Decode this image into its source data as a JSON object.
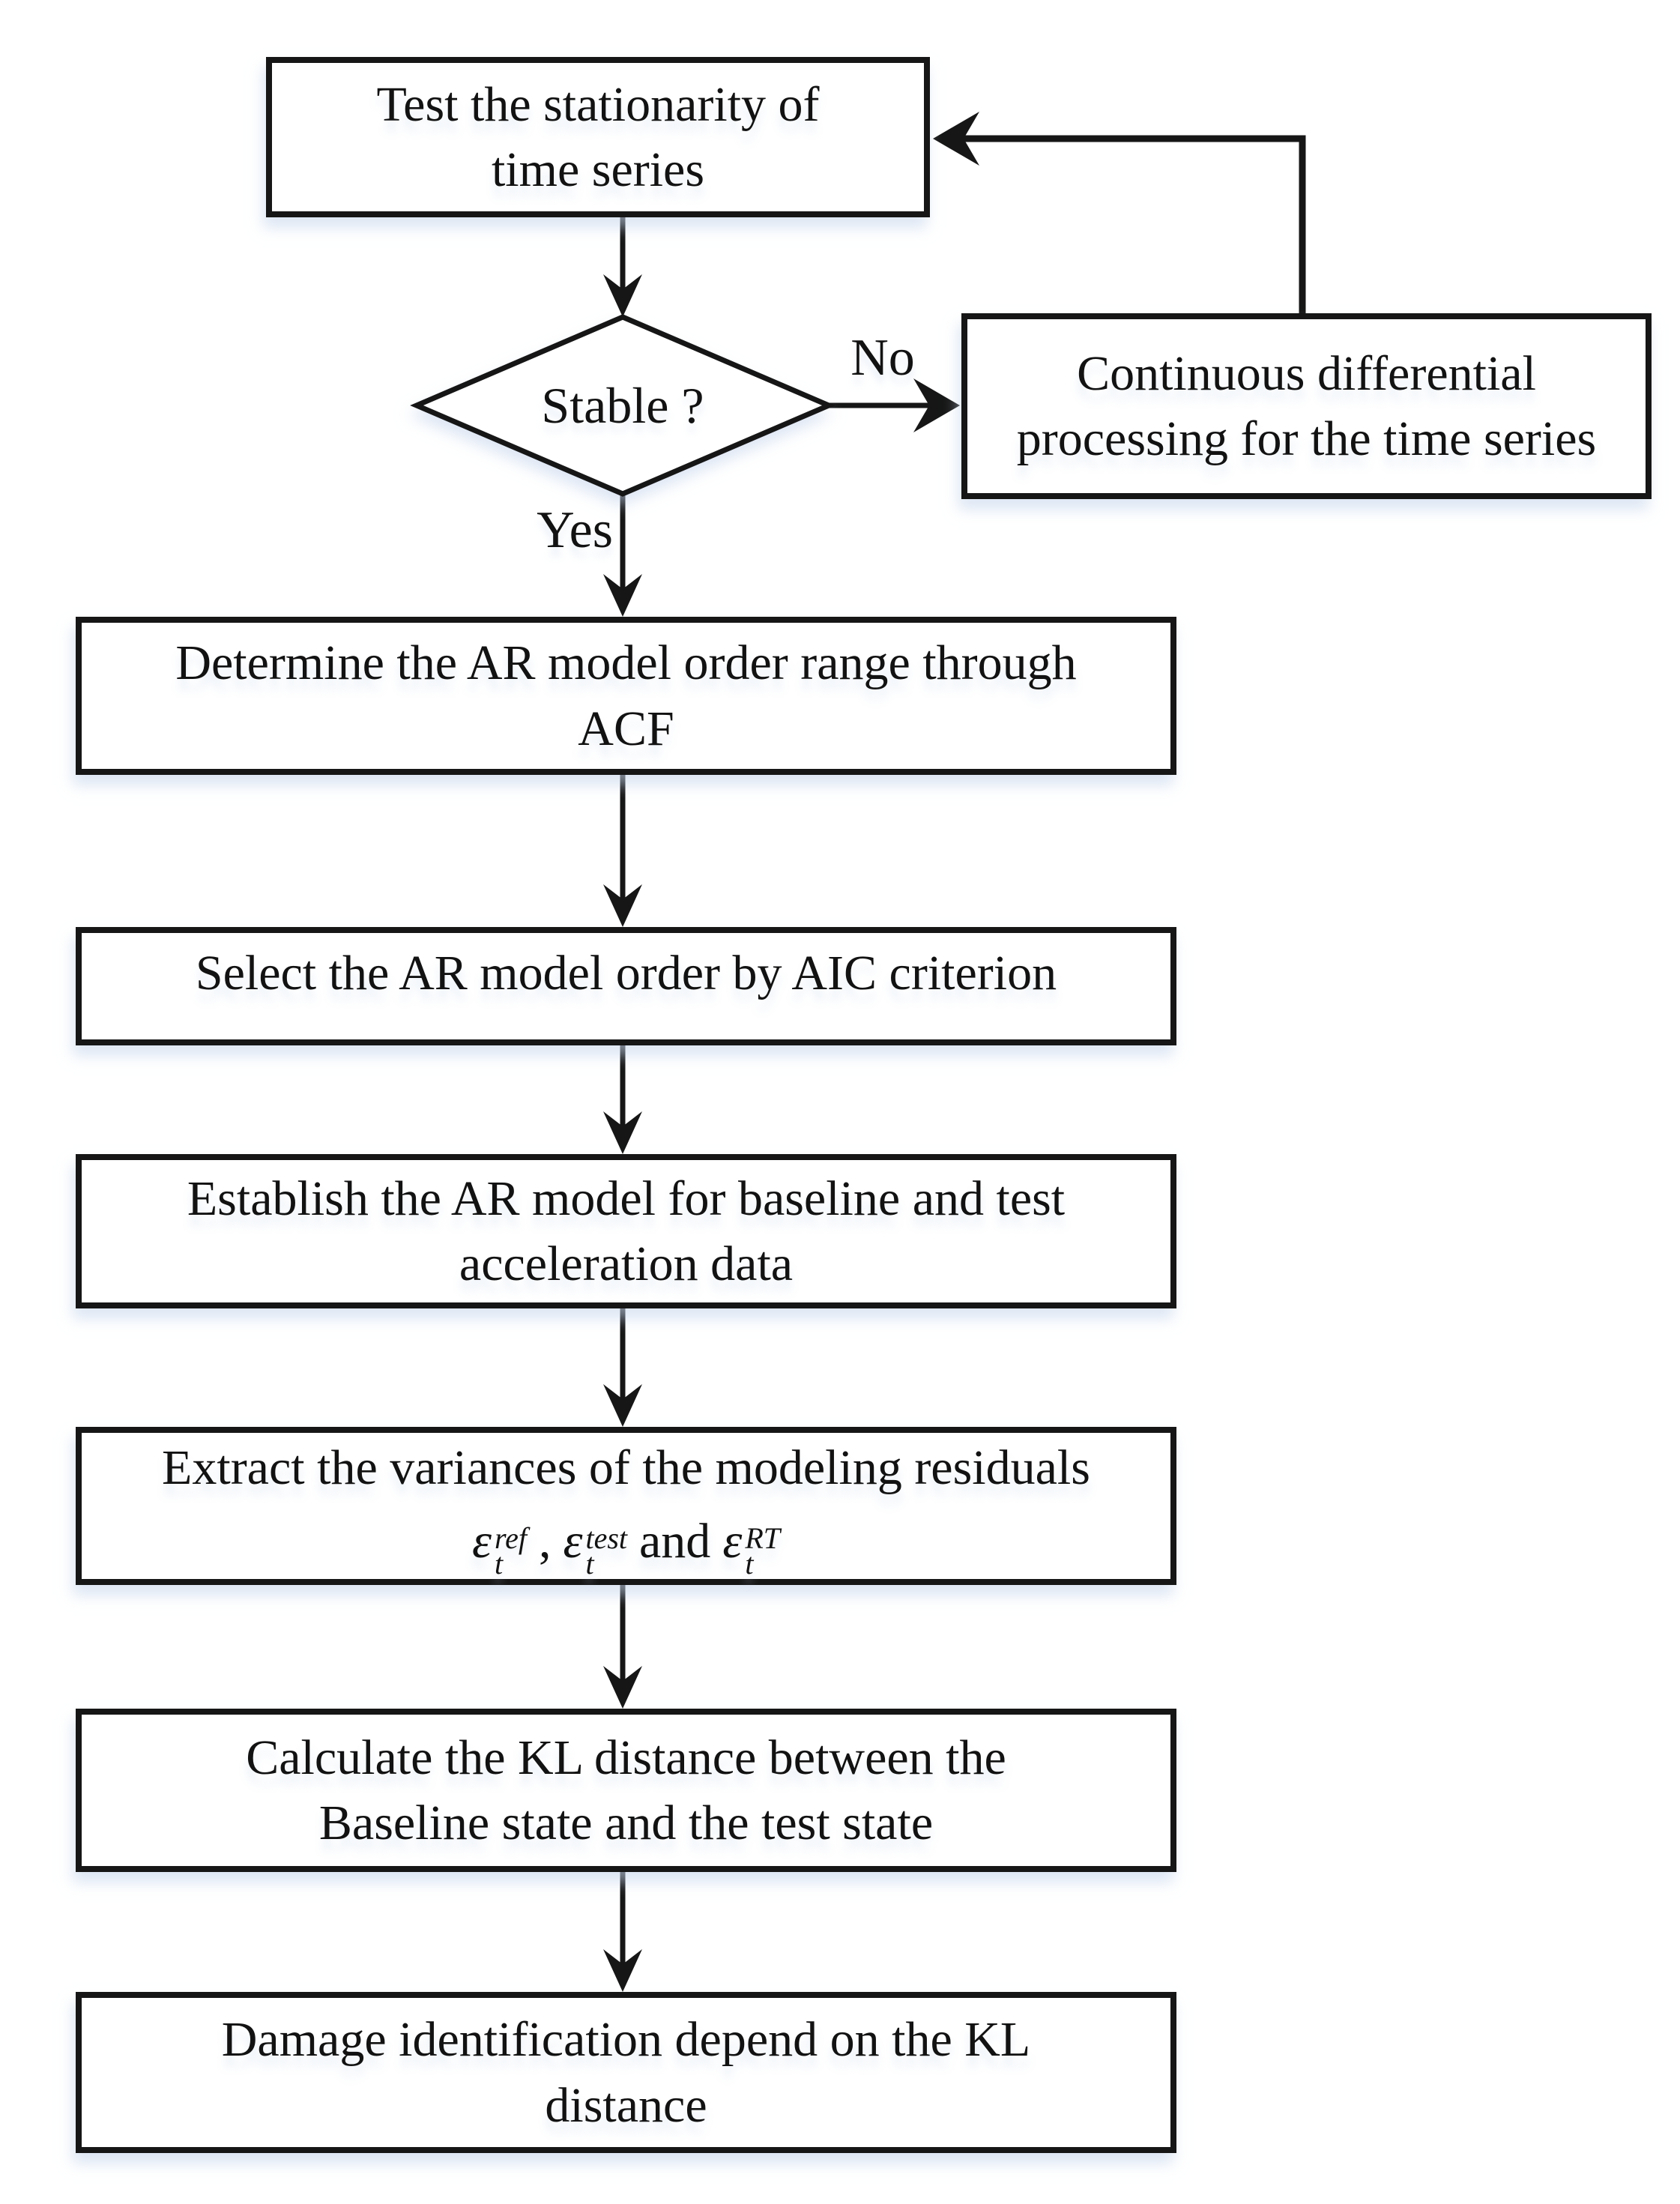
{
  "flowchart": {
    "nodes": {
      "test_stationarity": {
        "line1": "Test the stationarity of",
        "line2": "time series"
      },
      "stable_decision": {
        "label": "Stable ?"
      },
      "continuous_differential": {
        "line1": "Continuous differential",
        "line2": "processing for the time series"
      },
      "determine_order_range": {
        "line1": "Determine the AR model order range through",
        "line2": "ACF"
      },
      "select_order": {
        "line1": "Select the AR model order by AIC criterion"
      },
      "establish_model": {
        "line1": "Establish the AR model for baseline and test",
        "line2": "acceleration data"
      },
      "extract_variances": {
        "line1": "Extract the variances of the modeling residuals"
      },
      "calculate_kl": {
        "line1": "Calculate the KL distance between the",
        "line2": "Baseline state and the test state"
      },
      "damage_identification": {
        "line1": "Damage identification depend on the KL",
        "line2": "distance"
      }
    },
    "edge_labels": {
      "no": "No",
      "yes": "Yes"
    },
    "residual_symbols": {
      "e1": {
        "base": "ε",
        "sup": "ref",
        "sub": "t"
      },
      "sep1": ",",
      "e2": {
        "base": "ε",
        "sup": "test",
        "sub": "t"
      },
      "sep2": "and",
      "e3": {
        "base": "ε",
        "sup": "RT",
        "sub": "t"
      }
    },
    "colors": {
      "stroke": "#161616",
      "node_fill": "#ffffff",
      "shadow_tint": "#c7d5ec",
      "background": "#ffffff"
    }
  }
}
